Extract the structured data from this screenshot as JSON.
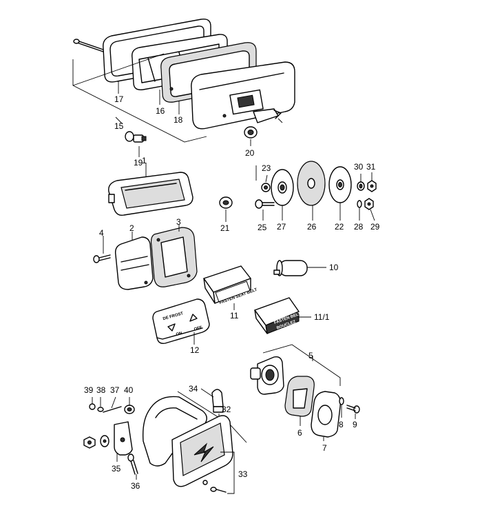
{
  "labels": {
    "l1": "1",
    "l2": "2",
    "l3": "3",
    "l4": "4",
    "l5": "5",
    "l6": "6",
    "l7": "7",
    "l8": "8",
    "l9": "9",
    "l10": "10",
    "l11": "11",
    "l11_1": "11/1",
    "l12": "12",
    "l15": "15",
    "l16": "16",
    "l17": "17",
    "l18": "18",
    "l19": "19",
    "l20": "20",
    "l21": "21",
    "l22": "22",
    "l23": "23",
    "l25": "25",
    "l26": "26",
    "l27": "27",
    "l28": "28",
    "l29": "29",
    "l30": "30",
    "l31": "31",
    "l32": "32",
    "l33": "33",
    "l34": "34",
    "l35": "35",
    "l36": "36",
    "l37": "37",
    "l38": "38",
    "l39": "39",
    "l40": "40"
  },
  "panel_text": {
    "fasten_seat_belt": "FASTEN SEAT BELT",
    "defrost": "DE FROST",
    "on": "ON",
    "off": "OFF",
    "warning_line1": "FASTEN BELTS",
    "warning_line2": "BOUCLEZ"
  }
}
